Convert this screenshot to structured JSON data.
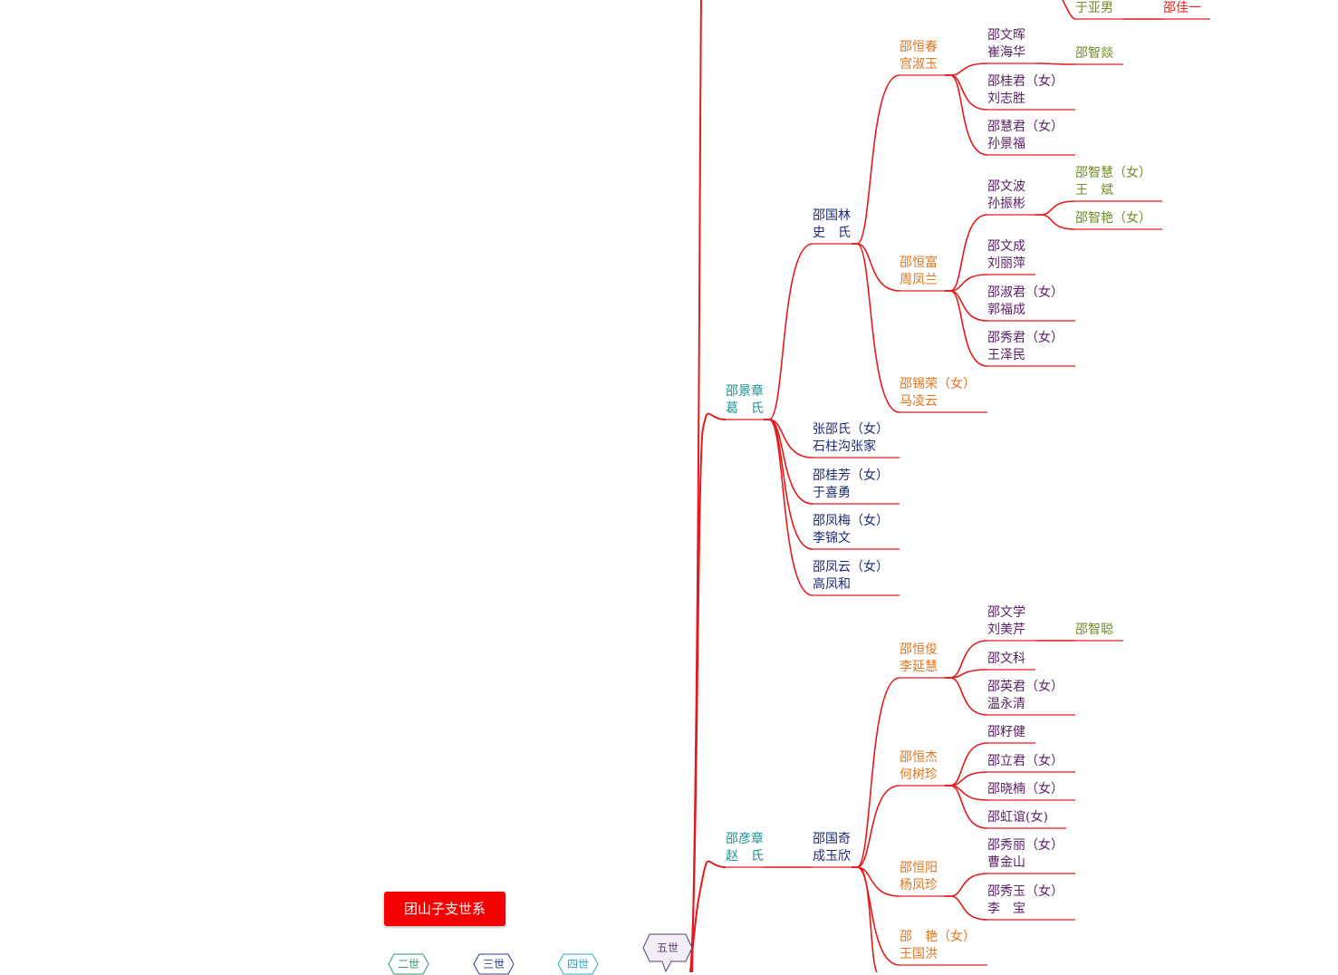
{
  "title": "团山子支世系",
  "legend": [
    {
      "label": "二世",
      "color": "#2e9a63",
      "fill": "#ffffff"
    },
    {
      "label": "三世",
      "color": "#2a3a8c",
      "fill": "#ffffff"
    },
    {
      "label": "四世",
      "color": "#2aa9c6",
      "fill": "#ffffff"
    },
    {
      "label": "五世",
      "color": "#5a3f6b",
      "fill": "#f3eef6"
    }
  ],
  "colors": {
    "line": "#e41a1c",
    "gen5": "#1c9393",
    "gen6": "#1d2a7a",
    "gen7": "#e3741d",
    "gen8": "#5a1e66",
    "gen9": "#6b8e23",
    "gen10": "#d8291e"
  },
  "people": [
    {
      "id": "jingzhang",
      "lines": [
        "邵景章",
        "葛　氏"
      ],
      "gen": 5
    },
    {
      "id": "guolin",
      "lines": [
        "邵国林",
        "史　氏"
      ],
      "gen": 6
    },
    {
      "id": "zhangshaoshi",
      "lines": [
        "张邵氏（女）",
        "石柱沟张家"
      ],
      "gen": 6
    },
    {
      "id": "guifang",
      "lines": [
        "邵桂芳（女）",
        "于喜勇"
      ],
      "gen": 6
    },
    {
      "id": "fengmei",
      "lines": [
        "邵凤梅（女）",
        "李锦文"
      ],
      "gen": 6
    },
    {
      "id": "fengyun",
      "lines": [
        "邵凤云（女）",
        "高凤和"
      ],
      "gen": 6
    },
    {
      "id": "hengchun",
      "lines": [
        "邵恒春",
        "宫淑玉"
      ],
      "gen": 7
    },
    {
      "id": "hengfu",
      "lines": [
        "邵恒富",
        "周凤兰"
      ],
      "gen": 7
    },
    {
      "id": "xirong",
      "lines": [
        "邵锡荣（女）",
        "马凌云"
      ],
      "gen": 7
    },
    {
      "id": "yunan",
      "lines": [
        "于亚男"
      ],
      "gen": 9
    },
    {
      "id": "jiayi",
      "lines": [
        "邵佳一"
      ],
      "gen": 10
    },
    {
      "id": "wenhui",
      "lines": [
        "邵文晖",
        "崔海华"
      ],
      "gen": 8
    },
    {
      "id": "zhiying",
      "lines": [
        "邵智燚"
      ],
      "gen": 9
    },
    {
      "id": "guijun",
      "lines": [
        "邵桂君（女）",
        "刘志胜"
      ],
      "gen": 8
    },
    {
      "id": "huijun",
      "lines": [
        "邵慧君（女）",
        "孙景福"
      ],
      "gen": 8
    },
    {
      "id": "wenbo",
      "lines": [
        "邵文波",
        "孙振彬"
      ],
      "gen": 8
    },
    {
      "id": "zhihui",
      "lines": [
        "邵智慧（女）",
        "王　斌"
      ],
      "gen": 9
    },
    {
      "id": "zhiyan",
      "lines": [
        "邵智艳（女）"
      ],
      "gen": 9
    },
    {
      "id": "wencheng",
      "lines": [
        "邵文成",
        "刘丽萍"
      ],
      "gen": 8
    },
    {
      "id": "shujun",
      "lines": [
        "邵淑君（女）",
        "郭福成"
      ],
      "gen": 8
    },
    {
      "id": "xiujun",
      "lines": [
        "邵秀君（女）",
        "王泽民"
      ],
      "gen": 8
    },
    {
      "id": "yanzhang",
      "lines": [
        "邵彦章",
        "赵　氏"
      ],
      "gen": 5
    },
    {
      "id": "guoqi",
      "lines": [
        "邵国奇",
        "成玉欣"
      ],
      "gen": 6
    },
    {
      "id": "hengjun",
      "lines": [
        "邵恒俊",
        "李延慧"
      ],
      "gen": 7
    },
    {
      "id": "wenxue",
      "lines": [
        "邵文学",
        "刘美芹"
      ],
      "gen": 8
    },
    {
      "id": "zhicong",
      "lines": [
        "邵智聪"
      ],
      "gen": 9
    },
    {
      "id": "wenke",
      "lines": [
        "邵文科"
      ],
      "gen": 8
    },
    {
      "id": "yingjun",
      "lines": [
        "邵英君（女）",
        "温永清"
      ],
      "gen": 8
    },
    {
      "id": "hengjie",
      "lines": [
        "邵恒杰",
        "何树珍"
      ],
      "gen": 7
    },
    {
      "id": "zijian",
      "lines": [
        "邵籽健"
      ],
      "gen": 8
    },
    {
      "id": "lijun",
      "lines": [
        "邵立君（女）"
      ],
      "gen": 8
    },
    {
      "id": "xiaonan",
      "lines": [
        "邵晓楠（女）"
      ],
      "gen": 8
    },
    {
      "id": "hongyi",
      "lines": [
        "邵虹谊(女)"
      ],
      "gen": 8
    },
    {
      "id": "hengyang",
      "lines": [
        "邵恒阳",
        "杨凤珍"
      ],
      "gen": 7
    },
    {
      "id": "xiuli",
      "lines": [
        "邵秀丽（女）",
        "曹金山"
      ],
      "gen": 8
    },
    {
      "id": "xiuyu",
      "lines": [
        "邵秀玉（女）",
        "李　宝"
      ],
      "gen": 8
    },
    {
      "id": "shaoyan",
      "lines": [
        "邵　艳（女）",
        "王国洪"
      ],
      "gen": 7
    }
  ]
}
